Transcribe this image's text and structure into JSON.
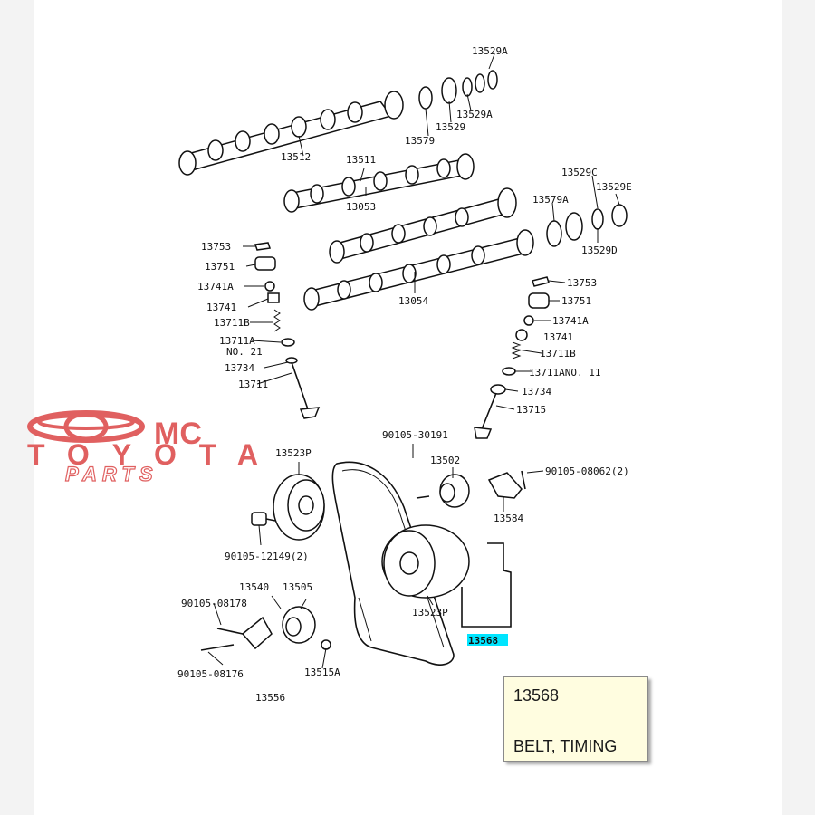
{
  "watermark": {
    "line1": "MC",
    "line2": "TOYOTA",
    "line3": "PARTS",
    "color": "#e06060"
  },
  "labels": {
    "13529A_top": "13529A",
    "13529A_b": "13529A",
    "13529": "13529",
    "13579": "13579",
    "13512": "13512",
    "13511": "13511",
    "13053": "13053",
    "13529C": "13529C",
    "13529E": "13529E",
    "13579A": "13579A",
    "13529D": "13529D",
    "13054": "13054",
    "l13753": "13753",
    "l13751": "13751",
    "l13741A": "13741A",
    "l13741": "13741",
    "l13711B": "13711B",
    "l13711A": "13711A",
    "lno21": "NO. 21",
    "l13734": "13734",
    "l13711": "13711",
    "r13753": "13753",
    "r13751": "13751",
    "r13741A": "13741A",
    "r13741": "13741",
    "r13711B": "13711B",
    "r13711A": "13711ANO. 11",
    "r13734": "13734",
    "r13715": "13715",
    "b90105_30191": "90105-30191",
    "b13523P_top": "13523P",
    "b13502": "13502",
    "b90105_08062": "90105-08062(2)",
    "b13584": "13584",
    "b90105_12149": "90105-12149(2)",
    "b13540": "13540",
    "b13505": "13505",
    "b90105_08178": "90105-08178",
    "b13523P_bot": "13523P",
    "b13568": "13568",
    "b90105_08176": "90105-08176",
    "b13515A": "13515A",
    "b13556": "13556"
  },
  "highlight_color": "#00e5ff",
  "tooltip": {
    "part_number": "13568",
    "description": "BELT, TIMING"
  }
}
